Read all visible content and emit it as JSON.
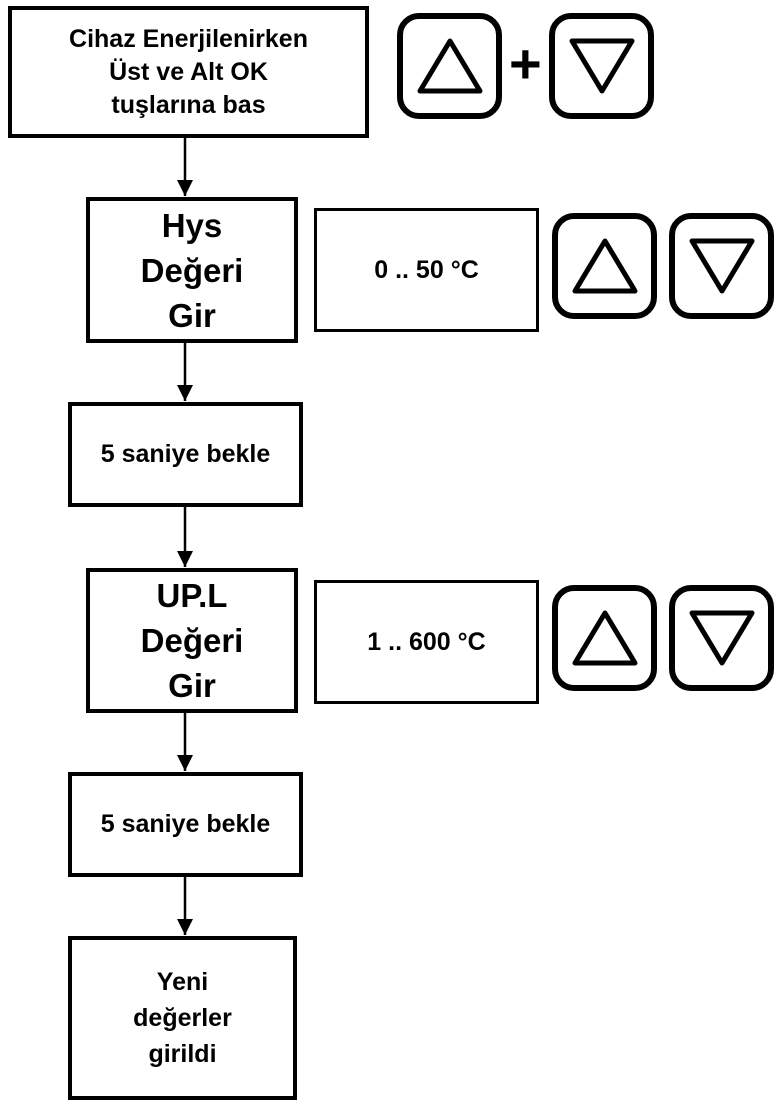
{
  "steps": {
    "start": {
      "line1": "Cihaz Enerjilenirken",
      "line2": "Üst ve Alt OK",
      "line3": "tuşlarına bas"
    },
    "hys": {
      "line1": "Hys",
      "line2": "Değeri",
      "line3": "Gir",
      "range": "0 .. 50 °C"
    },
    "wait1": {
      "label": "5 saniye bekle"
    },
    "upl": {
      "line1": "UP.L",
      "line2": "Değeri",
      "line3": "Gir",
      "range": "1 .. 600 °C"
    },
    "wait2": {
      "label": "5 saniye bekle"
    },
    "end": {
      "line1": "Yeni",
      "line2": "değerler",
      "line3": "girildi"
    }
  },
  "combo_symbol": "+",
  "icons": {
    "up": "up-triangle-icon",
    "down": "down-triangle-icon"
  }
}
